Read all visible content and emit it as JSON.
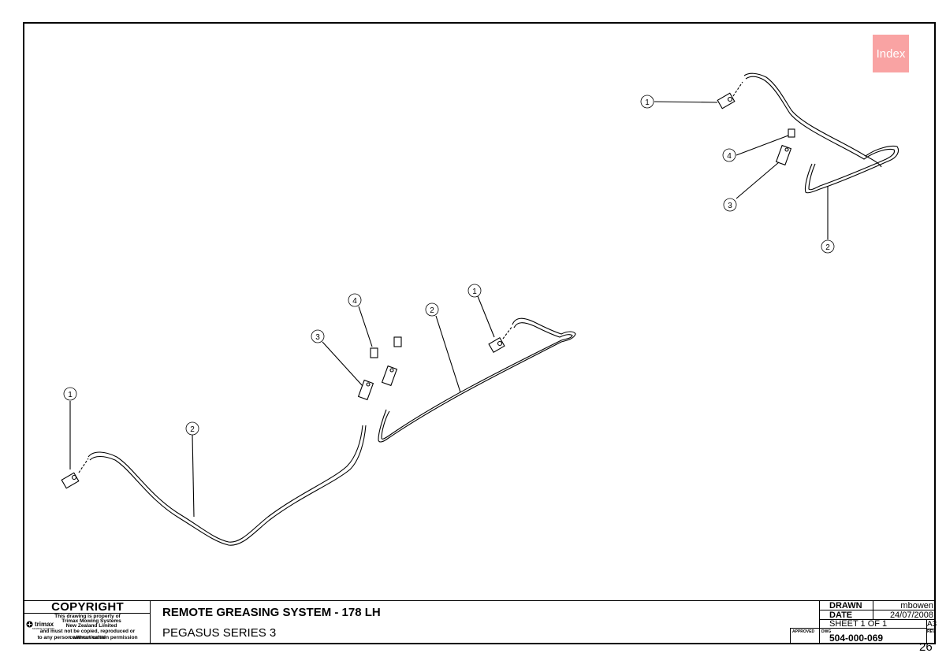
{
  "index_button": "Index",
  "title_block": {
    "copyright_heading": "COPYRIGHT",
    "copyright_line1": "This drawing is property of",
    "copyright_line2": "Trimax Mowing Systems",
    "copyright_line3": "New Zealand Limited",
    "copyright_line4": "and must not be copied, reproduced or communicated",
    "copyright_line5": "to any person without written permission",
    "logo_text": "trimax",
    "logo_subtext": "MOWING SYSTEMS",
    "title": "REMOTE GREASING SYSTEM - 178 LH",
    "subtitle": "PEGASUS SERIES 3",
    "approved_label": "APPROVED",
    "drawn_label": "DRAWN",
    "drawn_value": "mbowen",
    "date_label": "DATE",
    "date_value": "24/07/2008",
    "sheet": "SHEET 1 OF 1",
    "paper_size": "A3",
    "dwg_label": "DWG",
    "dwg_number": "504-000-069",
    "rev_label": "REV"
  },
  "callouts": [
    "1",
    "2",
    "3",
    "4"
  ],
  "page_number": "26"
}
